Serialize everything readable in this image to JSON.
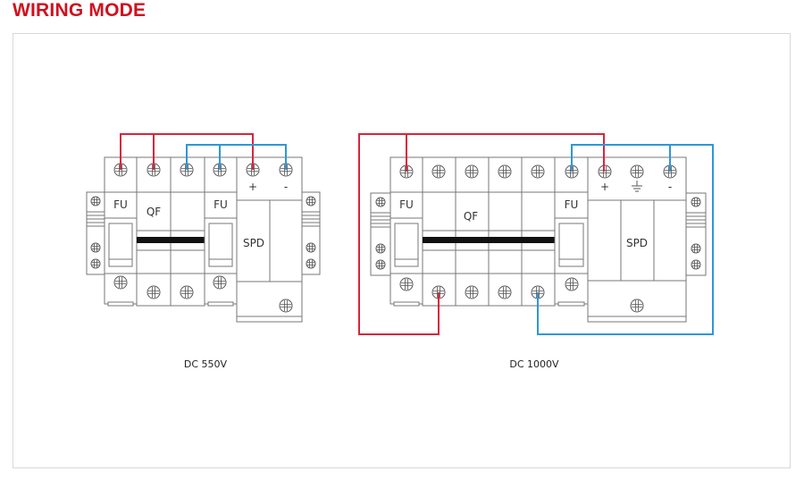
{
  "title": "WIRING MODE",
  "colors": {
    "title": "#d0101e",
    "positive_wire": "#d7263d",
    "negative_wire": "#2e97d8",
    "outline": "#777777"
  },
  "diagrams": [
    {
      "caption": "DC 550V",
      "labels": {
        "fuse1": "FU",
        "breaker": "QF",
        "fuse2": "FU",
        "spd": "SPD",
        "plus": "+",
        "minus": "-"
      }
    },
    {
      "caption": "DC 1000V",
      "labels": {
        "fuse1": "FU",
        "breaker": "QF",
        "fuse2": "FU",
        "spd": "SPD",
        "plus": "+",
        "minus": "-",
        "ground_icon": "ground-icon"
      }
    }
  ]
}
